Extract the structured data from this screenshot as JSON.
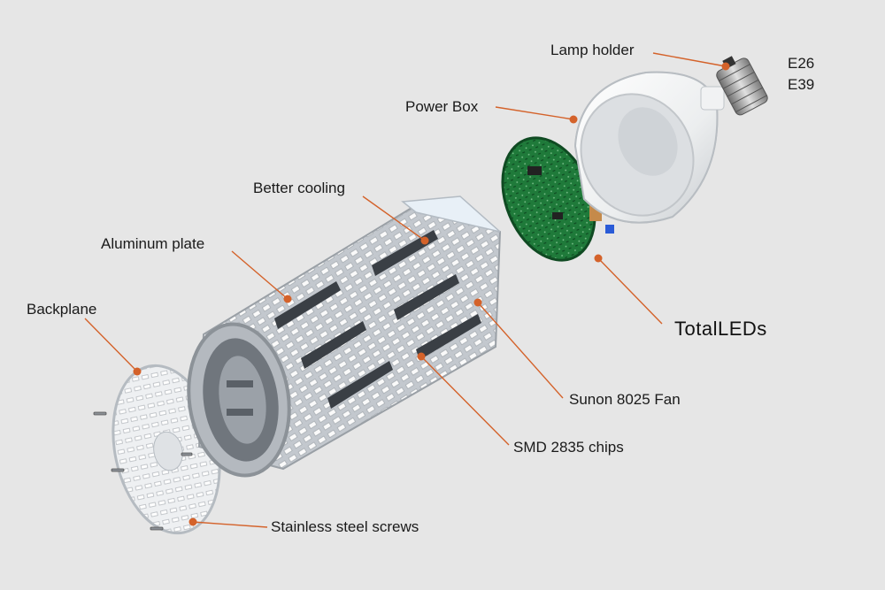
{
  "colors": {
    "background": "#e6e6e6",
    "leader_line": "#d4622a",
    "leader_dot": "#d4622a",
    "pcb_green": "#1f7a3a",
    "led_white": "#fafafa",
    "aluminum": "#c9cdd2"
  },
  "labels": {
    "lamp_holder": "Lamp holder",
    "e26": "E26",
    "e39": "E39",
    "power_box": "Power Box",
    "better_cooling": "Better cooling",
    "aluminum_plate": "Aluminum plate",
    "backplane": "Backplane",
    "brand": "TotalLEDs",
    "fan": "Sunon 8025 Fan",
    "chips": "SMD 2835 chips",
    "screws": "Stainless steel screws"
  }
}
